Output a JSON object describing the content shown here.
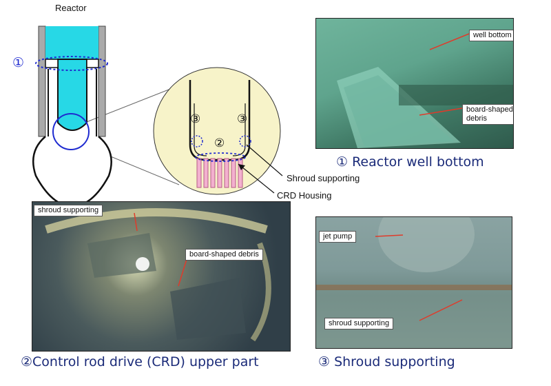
{
  "reactor_diagram": {
    "title": "Reactor",
    "marker_1": "①",
    "marker_2": "②",
    "marker_3": "③",
    "labels": {
      "shroud_supporting": "Shroud supporting",
      "crd_housing": "CRD Housing"
    }
  },
  "photos": {
    "well_bottom": {
      "callouts": [
        "well bottom",
        "board-shaped\ndebris"
      ],
      "caption": "① Reactor well bottom"
    },
    "crd_upper": {
      "callouts": [
        "shroud supporting",
        "board-shaped debris"
      ],
      "caption": "②Control rod drive (CRD) upper part"
    },
    "shroud": {
      "callouts": [
        "jet pump",
        "shroud supporting"
      ],
      "caption": "③ Shroud supporting"
    }
  },
  "colors": {
    "water": "#27d8e6",
    "zoom_circle_fill": "#f7f3c9",
    "marker_blue": "#1f2bd0",
    "crd_pink": "#f3b0cf",
    "caption_navy": "#1a2a78",
    "arrow_red": "#e03a2a"
  }
}
